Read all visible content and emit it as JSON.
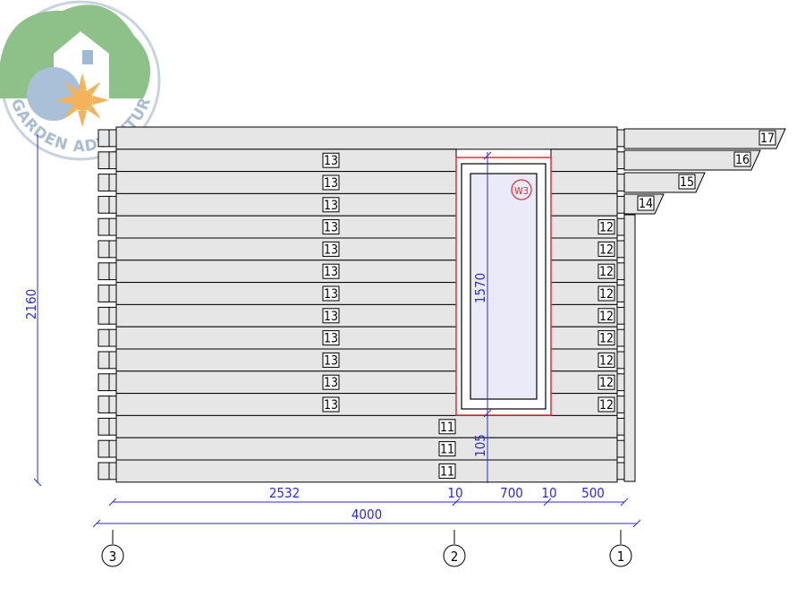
{
  "logo": {
    "text": "GARDEN ADVENTURE"
  },
  "window": {
    "tag": "W3",
    "height_dim": "1570"
  },
  "walls": {
    "left_log_tag": "13",
    "right_log_tag": "12",
    "full_log_tag": "11",
    "top_log_count": 1,
    "window_rows": 12,
    "bottom_rows": 3
  },
  "roof_steps": [
    "17",
    "16",
    "15",
    "14"
  ],
  "dimensions": {
    "overall_height": "2160",
    "sill": "105",
    "left_seg": "2532",
    "gap_a": "10",
    "window_width": "700",
    "gap_b": "10",
    "right_seg": "500",
    "total": "4000"
  },
  "grid_axes": [
    "3",
    "2",
    "1"
  ],
  "colors": {
    "log_fill": "#e6e6e6",
    "dim_line": "#2b2bd6",
    "window_frame": "#e03030",
    "glass": "#eaeaf8"
  }
}
